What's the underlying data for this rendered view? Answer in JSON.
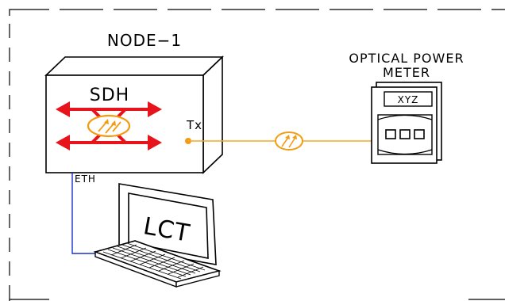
{
  "node_label": "NODE−1",
  "sdh_label": "SDH",
  "tx_label": "Tx",
  "eth_label": "ETH",
  "meter": {
    "title_line1": "OPTICAL POWER",
    "title_line2": "METER",
    "display_text": "XYZ"
  },
  "lct_label": "LCT",
  "colors": {
    "fiber": "#f5a623",
    "ethernet": "#1c2fd0",
    "arrows": "#e8141c",
    "optical_symbol": "#f39c12",
    "frame_dash": "#000000"
  }
}
